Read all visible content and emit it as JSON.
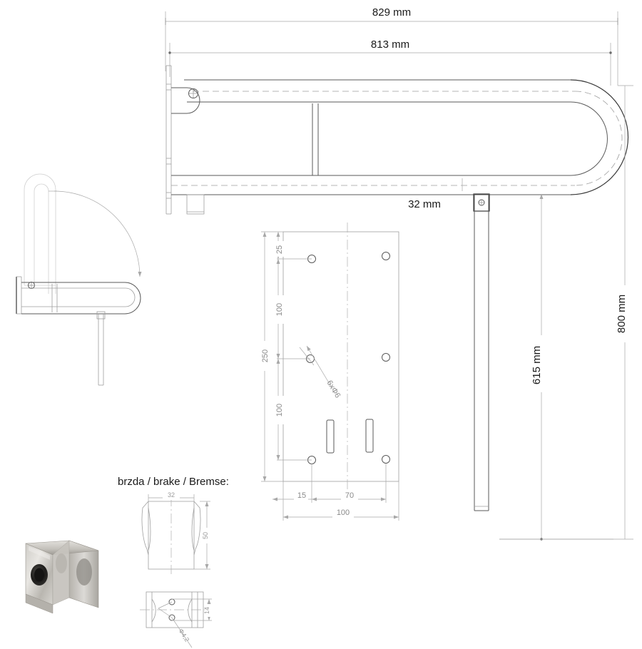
{
  "drawing": {
    "title": "folding-grab-bar-technical-drawing",
    "units": "mm",
    "background_color": "#ffffff",
    "line_color": "#5a5a5a",
    "dim_color": "#a8a8a8",
    "text_color": "#1a1a1a"
  },
  "main_view": {
    "name": "top-plan-view",
    "dimensions": {
      "overall_length": "829 mm",
      "bar_length": "813 mm",
      "tube_diameter": "32 mm"
    }
  },
  "side_view": {
    "name": "side-elevation-view",
    "note": "shows bar folded up and down with rotation arc"
  },
  "right_dims": {
    "leg_height": "615 mm",
    "mounting_height": "800 mm"
  },
  "wall_plate": {
    "name": "wall-mounting-plate-detail",
    "hole_callout": "6xΦ6",
    "vertical_dims": {
      "top_offset": "25",
      "upper_spacing": "100",
      "total": "250",
      "lower_spacing": "100"
    },
    "horizontal_dims": {
      "edge_offset": "15",
      "hole_spacing": "70",
      "width": "100"
    }
  },
  "brake": {
    "label": "brzda / brake / Bremse:",
    "front_view": {
      "width": "32",
      "height": "50"
    },
    "top_view": {
      "depth": "14",
      "hole_callout": "Φ4,2"
    }
  },
  "photo": {
    "name": "brake-bracket-photo",
    "alt": "stainless steel brake bracket"
  }
}
